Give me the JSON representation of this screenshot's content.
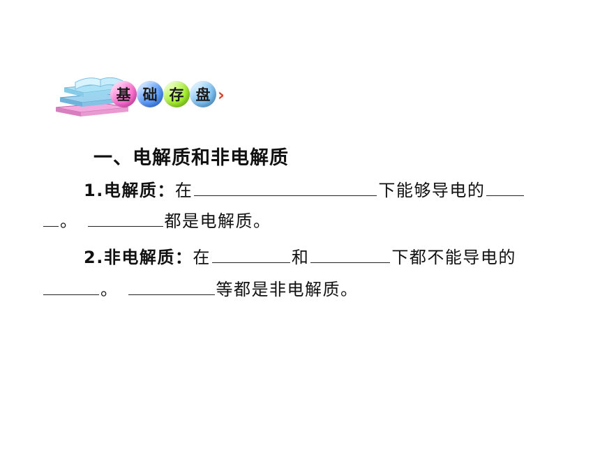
{
  "badge": {
    "chars": [
      "基",
      "础",
      "存",
      "盘"
    ],
    "arrow": "›"
  },
  "heading": "一、电解质和非电解质",
  "item1": {
    "num": "1.",
    "term": "电解质",
    "colon": "：",
    "t1": "在",
    "t2": "下能够导电的",
    "t3": "。",
    "t4": "都是电解质。"
  },
  "item2": {
    "num": "2.",
    "term": "非电解质",
    "colon": "：",
    "t1": "在",
    "t2": "和",
    "t3": "下都不能导电的",
    "t4": "。",
    "t5": "等都是非电解质。"
  }
}
